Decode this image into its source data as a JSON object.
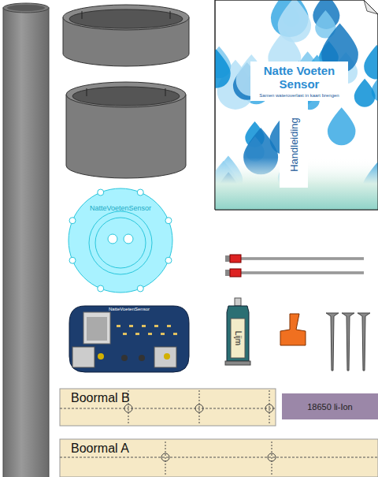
{
  "diagram": {
    "nodes": [
      {
        "text": [
          "Natte Voeten Sensor",
          "Samen wateroverlast in kaart brengen"
        ]
      },
      {
        "text": [
          "Handleiding"
        ]
      },
      {
        "text": [
          "18650 li-Ion"
        ]
      },
      {
        "text": [
          "Boormal B"
        ]
      },
      {
        "text": [
          "Boormal A"
        ]
      }
    ],
    "labels": [
      "NatteVoetenSensor",
      "NatteVoetenSensor",
      "Lijm"
    ]
  }
}
